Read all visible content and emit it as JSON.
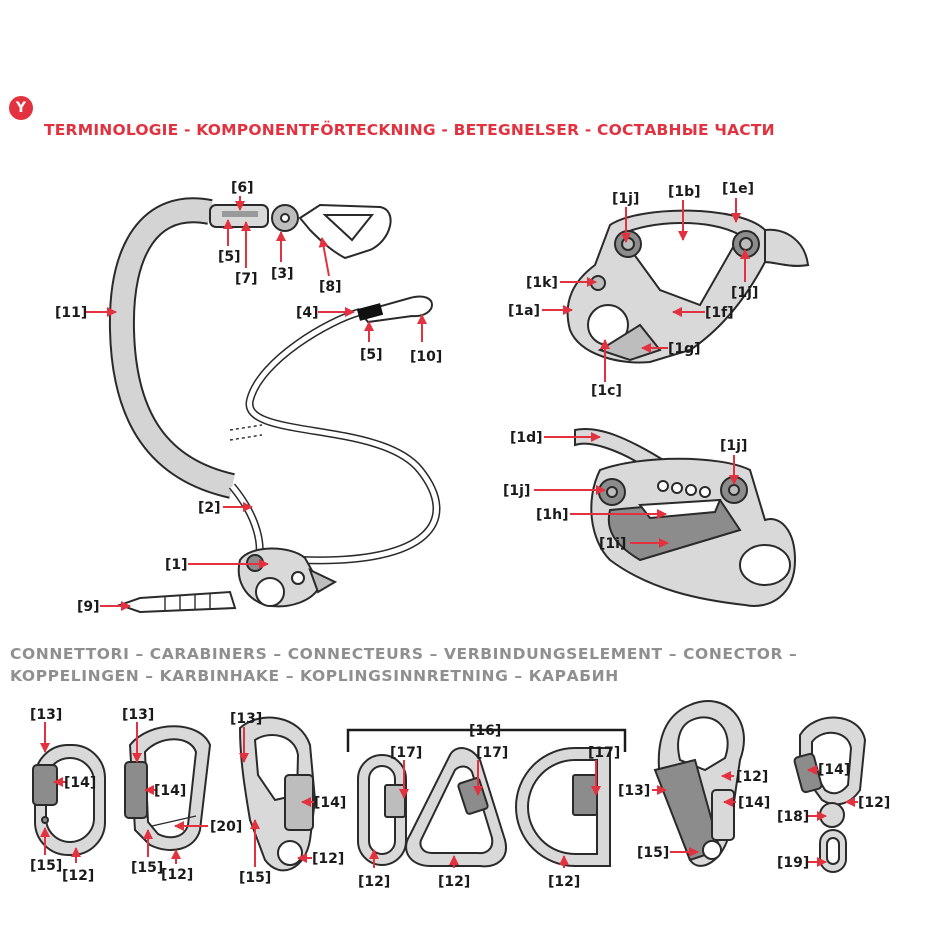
{
  "badge": "Y",
  "section_titles": {
    "terminology": "TERMINOLOGIE - KOMPONENTFÖRTECKNING - BETEGNELSER - СОСТАВНЫЕ ЧАСТИ",
    "connectors_line1": "CONNETTORI – CARABINERS – CONNECTEURS – VERBINDUNGSELEMENT – CONECTOR –",
    "connectors_line2": "KOPPELINGEN – KARBINHAKE – KOPLINGSINNRETNING – КАРАБИН"
  },
  "labels": {
    "l1": "[1]",
    "l1a": "[1a]",
    "l1b": "[1b]",
    "l1c": "[1c]",
    "l1d": "[1d]",
    "l1e": "[1e]",
    "l1f": "[1f]",
    "l1g": "[1g]",
    "l1h": "[1h]",
    "l1i": "[1i]",
    "l1j": "[1j]",
    "l1k": "[1k]",
    "l2": "[2]",
    "l3": "[3]",
    "l4": "[4]",
    "l5": "[5]",
    "l6": "[6]",
    "l7": "[7]",
    "l8": "[8]",
    "l9": "[9]",
    "l10": "[10]",
    "l11": "[11]",
    "l12": "[12]",
    "l13": "[13]",
    "l14": "[14]",
    "l15": "[15]",
    "l16": "[16]",
    "l17": "[17]",
    "l18": "[18]",
    "l19": "[19]",
    "l20": "[20]"
  },
  "colors": {
    "accent": "#e2323f",
    "heading_gray": "#8f8f8f",
    "line": "#2a2a2a"
  }
}
